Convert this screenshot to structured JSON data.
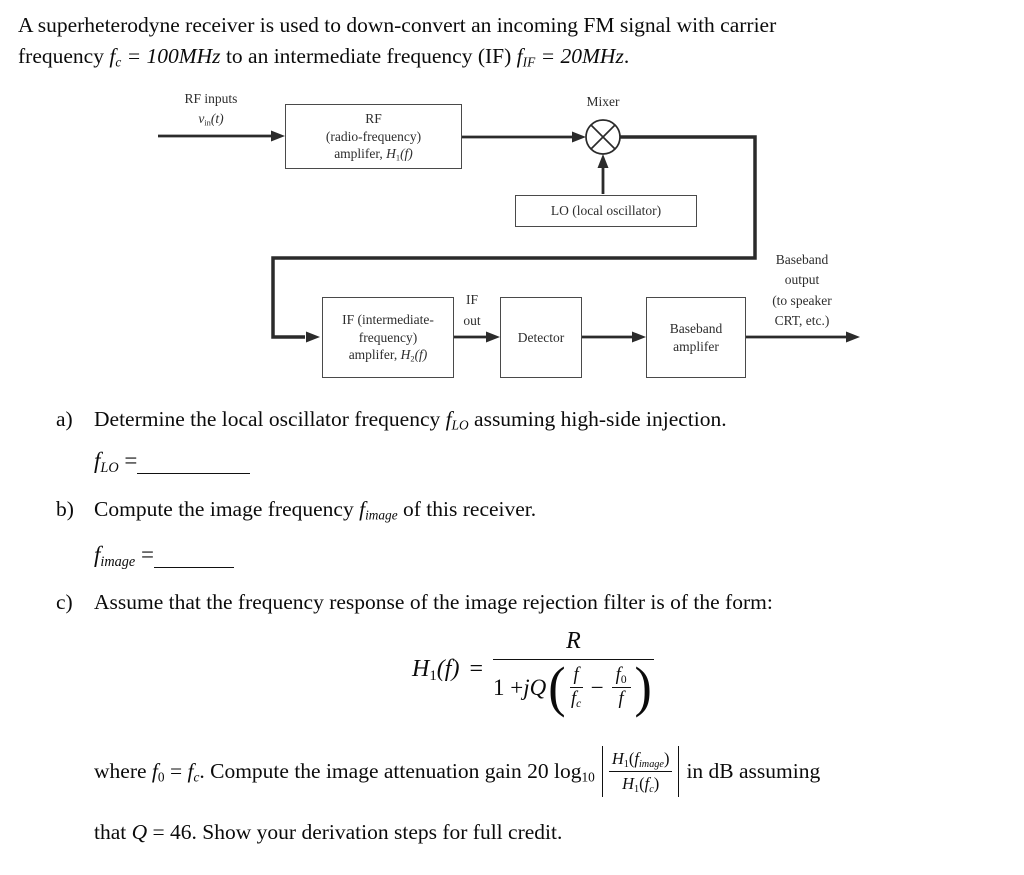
{
  "intro": {
    "line1": "A superheterodyne receiver is used to down-convert an incoming FM signal with carrier",
    "line2": {
      "t1": "frequency ",
      "fc_f": "f",
      "fc_sub": "c",
      "eq1": " = 100",
      "v1": "MHz",
      "t2": " to an intermediate frequency (IF) ",
      "fif_f": "f",
      "fif_sub": "IF",
      "eq2": " = 20",
      "v2": "MHz",
      "dot": "."
    }
  },
  "diagram": {
    "rf_inputs": {
      "line1": "RF inputs",
      "v": "v",
      "v_sub": "in",
      "v_arg": "(t)"
    },
    "rf_amp": {
      "line1": "RF",
      "line2": "(radio-frequency)",
      "line3_pre": "amplifer, ",
      "h": "H",
      "h_sub": "1",
      "h_arg": "(f)"
    },
    "mixer": {
      "label": "Mixer"
    },
    "lo": {
      "label": "LO (local oscillator)"
    },
    "if_amp": {
      "line1": "IF (intermediate-",
      "line2": "frequency)",
      "line3_pre": "amplifer, ",
      "h": "H",
      "h_sub": "2",
      "h_arg": "(f)"
    },
    "if_out": {
      "line1": "IF",
      "line2": "out"
    },
    "detector": {
      "label": "Detector"
    },
    "baseband_amp": {
      "line1": "Baseband",
      "line2": "amplifer"
    },
    "baseband_output": {
      "line1": "Baseband",
      "line2": "output",
      "line3": "(to speaker",
      "line4": "CRT, etc.)"
    }
  },
  "questions": {
    "a": {
      "label": "a)",
      "pre": "Determine the local oscillator frequency ",
      "f": "f",
      "f_sub": "LO",
      "post": " assuming high-side injection."
    },
    "a_answer": {
      "f": "f",
      "f_sub": "LO",
      "eq": " ="
    },
    "b": {
      "label": "b)",
      "pre": "Compute the image frequency ",
      "f": "f",
      "f_sub": "image",
      "post": " of this receiver."
    },
    "b_answer": {
      "f": "f",
      "f_sub": "image",
      "eq": " ="
    },
    "c": {
      "label": "c)",
      "text": "Assume that the frequency response of the image rejection filter is of the form:"
    }
  },
  "formula": {
    "h": "H",
    "h_sub": "1",
    "h_arg": "(f)",
    "eq": "=",
    "numerator": "R",
    "den_1": "1 + ",
    "den_jq": "jQ",
    "paren_open": "(",
    "paren_close": ")",
    "f1_num": "f",
    "f1_den": "f",
    "f1_den_sub": "c",
    "minus": "−",
    "f2_num": "f",
    "f2_num_sub": "0",
    "f2_den": "f"
  },
  "closing": {
    "w1": "where ",
    "f0": "f",
    "f0_sub": "0",
    "eq1": " = ",
    "fc": "f",
    "fc_sub": "c",
    "w2": ". Compute the image attenuation gain ",
    "log": "20 log",
    "log_sub": "10",
    "frac": {
      "num_h": "H",
      "num_h_sub": "1",
      "num_open": "(",
      "num_f": "f",
      "num_f_sub": "image",
      "num_close": ")",
      "den_h": "H",
      "den_h_sub": "1",
      "den_open": "(",
      "den_f": "f",
      "den_f_sub": "c",
      "den_close": ")"
    },
    "w3": "in dB assuming",
    "line2_t1": "that ",
    "line2_q": "Q",
    "line2_eq": " = 46. ",
    "line2_t2": "Show your derivation steps for full credit."
  },
  "colors": {
    "ink": "#0b0b0b",
    "diagram_line": "#2b2b2b",
    "box_border": "#4a4a4a"
  }
}
